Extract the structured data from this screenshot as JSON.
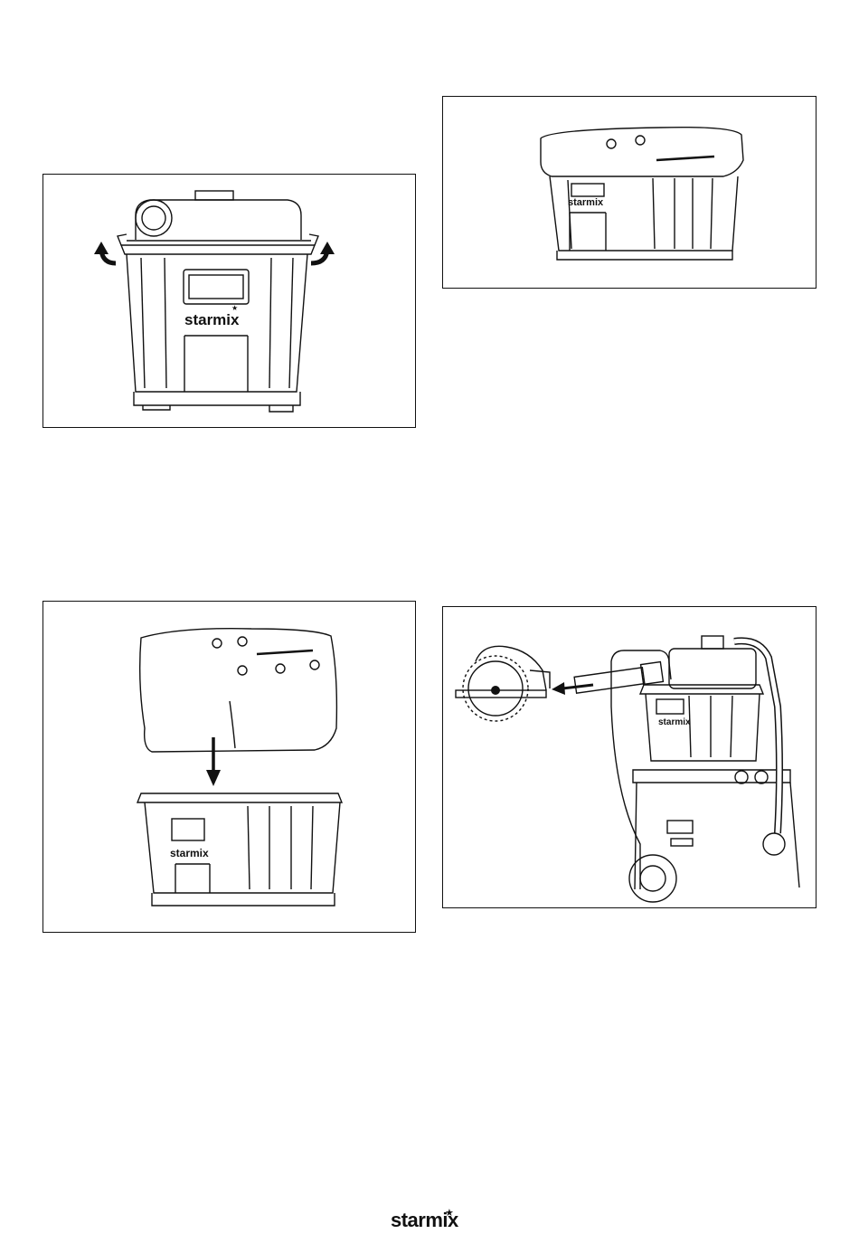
{
  "brand": {
    "logo_text": "starmix",
    "star": "★"
  },
  "figures": [
    {
      "id": "fig-remove-container",
      "label": "starmix",
      "icons": [
        "curved-arrow-left-icon",
        "curved-arrow-right-icon"
      ]
    },
    {
      "id": "fig-container-with-bag",
      "label": "starmix"
    },
    {
      "id": "fig-insert-bag",
      "label": "starmix",
      "icons": [
        "arrow-down-icon"
      ]
    },
    {
      "id": "fig-connect-saw",
      "label": "starmix",
      "icons": [
        "arrow-left-icon"
      ]
    }
  ],
  "colors": {
    "line": "#111111",
    "background": "#ffffff"
  }
}
